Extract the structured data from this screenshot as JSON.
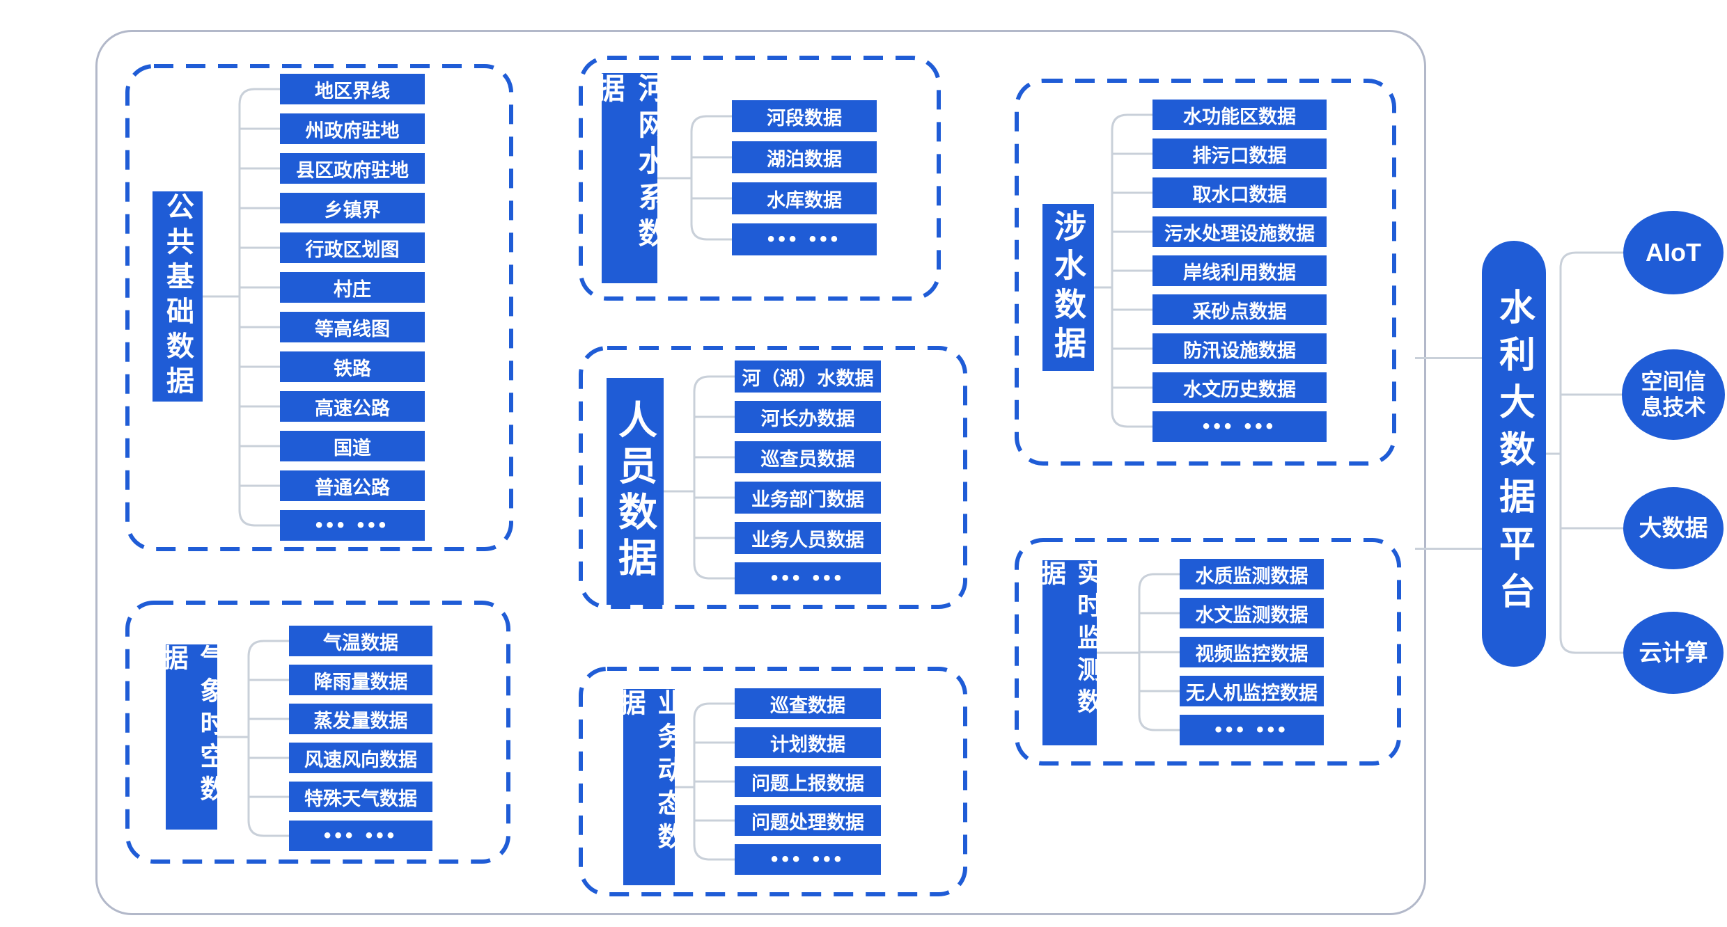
{
  "colors": {
    "primary_blue": "#1f5cd6",
    "connector_gray": "#c9d0d9",
    "container_border": "#b2b8c9"
  },
  "platform": {
    "label": "水利大数据平台"
  },
  "technologies": [
    {
      "label": "AIoT"
    },
    {
      "label": "空间信息技术"
    },
    {
      "label": "大数据"
    },
    {
      "label": "云计算"
    }
  ],
  "groups": [
    {
      "label": "公共基础数据",
      "items": [
        "地区界线",
        "州政府驻地",
        "县区政府驻地",
        "乡镇界",
        "行政区划图",
        "村庄",
        "等高线图",
        "铁路",
        "高速公路",
        "国道",
        "普通公路",
        "••• •••"
      ]
    },
    {
      "label": "河网水系数据",
      "items": [
        "河段数据",
        "湖泊数据",
        "水库数据",
        "••• •••"
      ]
    },
    {
      "label": "涉水数据",
      "items": [
        "水功能区数据",
        "排污口数据",
        "取水口数据",
        "污水处理设施数据",
        "岸线利用数据",
        "采砂点数据",
        "防汛设施数据",
        "水文历史数据",
        "••• •••"
      ]
    },
    {
      "label": "人员数据",
      "items": [
        "河（湖）水数据",
        "河长办数据",
        "巡查员数据",
        "业务部门数据",
        "业务人员数据",
        "••• •••"
      ]
    },
    {
      "label": "气象时空数据",
      "items": [
        "气温数据",
        "降雨量数据",
        "蒸发量数据",
        "风速风向数据",
        "特殊天气数据",
        "••• •••"
      ]
    },
    {
      "label": "业务动态数据",
      "items": [
        "巡查数据",
        "计划数据",
        "问题上报数据",
        "问题处理数据",
        "••• •••"
      ]
    },
    {
      "label": "实时监测数据",
      "items": [
        "水质监测数据",
        "水文监测数据",
        "视频监控数据",
        "无人机监控数据",
        "••• •••"
      ]
    }
  ]
}
